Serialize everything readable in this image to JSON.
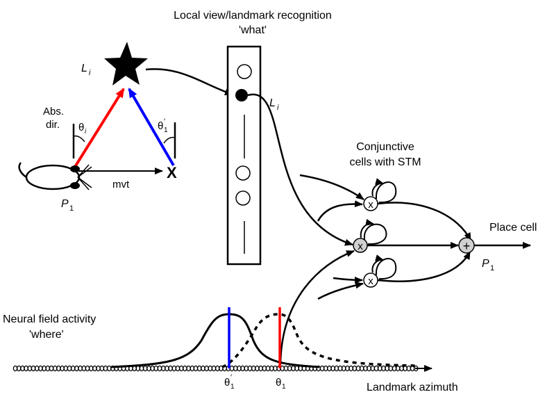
{
  "labels": {
    "top_title_line1": "Local view/landmark recognition",
    "top_title_line2": "'what'",
    "landmark": "L",
    "landmark_sub": "i",
    "abs_dir_line1": "Abs.",
    "abs_dir_line2": "dir.",
    "theta_i": "θ",
    "theta_i_sub": "i",
    "theta_1_prime": "θ",
    "theta_1_prime_sub": "1",
    "prime_mark": "′",
    "x_target": "X",
    "mvt": "mvt",
    "p1": "P",
    "p1_sub": "1",
    "column_landmark": "L",
    "column_landmark_sub": "i",
    "conj_line1": "Conjunctive",
    "conj_line2": "cells with STM",
    "x_mark": "x",
    "plus_mark": "+",
    "place_cell": "Place cell",
    "place_p1": "P",
    "place_p1_sub": "1",
    "neural_line1": "Neural field activity",
    "neural_line2": "'where'",
    "axis_theta_prime": "θ",
    "axis_theta_prime_sub": "1",
    "axis_theta": "θ",
    "axis_theta_sub": "1",
    "azimuth": "Landmark azimuth"
  },
  "colors": {
    "red_vector": "#ff0000",
    "blue_vector": "#0000ff",
    "line": "#000000",
    "product_fill": "#d0d0d0"
  }
}
